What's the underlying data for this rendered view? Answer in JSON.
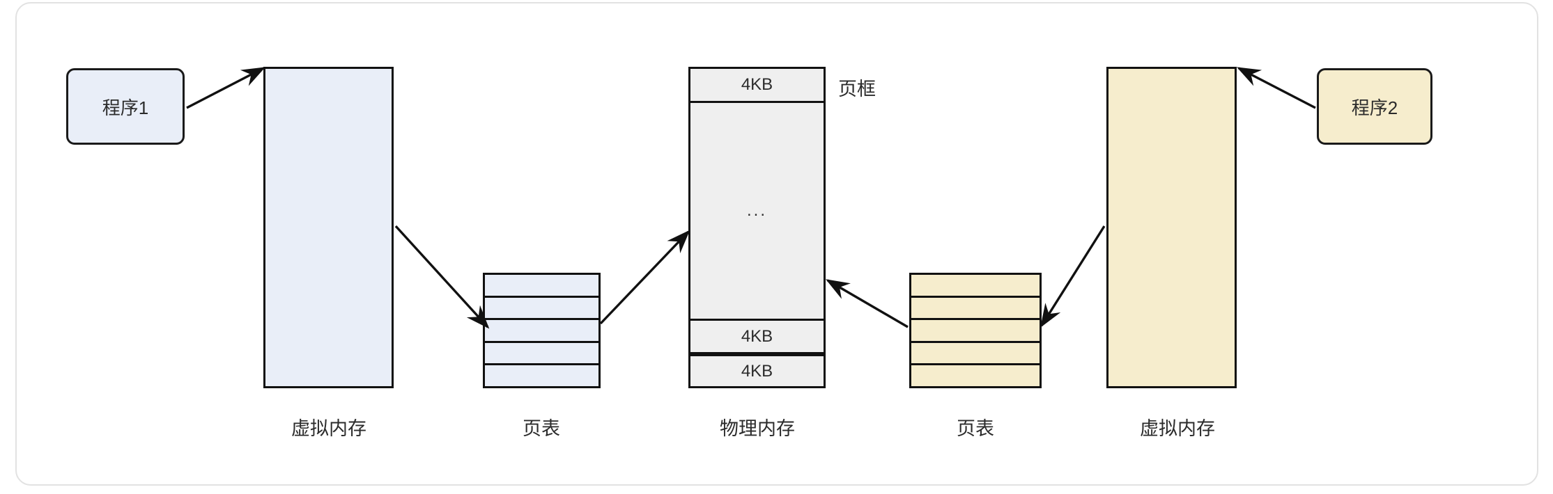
{
  "diagram": {
    "title_present": false,
    "nodes": {
      "program1": {
        "label": "程序1",
        "color": "#e9eef8"
      },
      "program2": {
        "label": "程序2",
        "color": "#f6edcd"
      },
      "virtual_memory_left": {
        "label": "虚拟内存",
        "color": "#e9eef8"
      },
      "virtual_memory_right": {
        "label": "虚拟内存",
        "color": "#f6edcd"
      },
      "page_table_left": {
        "label": "页表",
        "color": "#e9eef8",
        "row_count": 5
      },
      "page_table_right": {
        "label": "页表",
        "color": "#f6edcd",
        "row_count": 5
      },
      "physical_memory": {
        "label": "物理内存",
        "color": "#efefef",
        "side_label": "页框",
        "segments": [
          {
            "name": "top-frame",
            "text": "4KB"
          },
          {
            "name": "middle-region",
            "text": "..."
          },
          {
            "name": "lower-frame",
            "text": "4KB"
          },
          {
            "name": "bottom-frame",
            "text": "4KB"
          }
        ]
      }
    },
    "colors": {
      "blue_fill": "#e9eef8",
      "yellow_fill": "#f6edcd",
      "gray_fill": "#efefef",
      "stroke": "#111111",
      "frame_border": "#e2e2e2",
      "text": "#2b2b2b"
    },
    "edges": [
      {
        "name": "program1-to-virtual-memory-left",
        "from": "program1",
        "to": "virtual_memory_left"
      },
      {
        "name": "virtual-memory-left-to-page-table-left",
        "from": "virtual_memory_left",
        "to": "page_table_left"
      },
      {
        "name": "page-table-left-to-physical-memory",
        "from": "page_table_left",
        "to": "physical_memory"
      },
      {
        "name": "page-table-right-to-physical-memory",
        "from": "page_table_right",
        "to": "physical_memory"
      },
      {
        "name": "virtual-memory-right-to-page-table-right",
        "from": "virtual_memory_right",
        "to": "page_table_right"
      },
      {
        "name": "program2-to-virtual-memory-right",
        "from": "program2",
        "to": "virtual_memory_right"
      }
    ]
  }
}
